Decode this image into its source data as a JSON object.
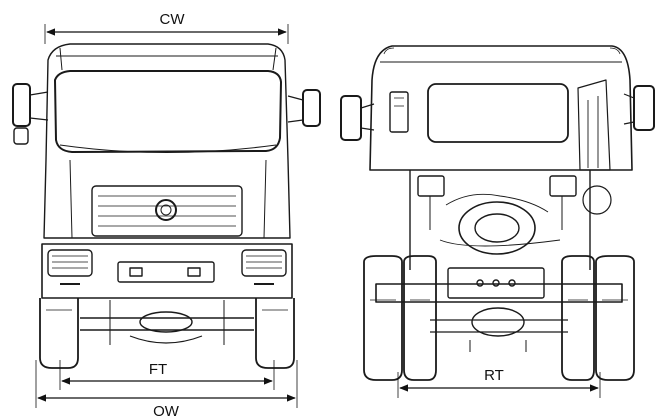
{
  "dimensions": {
    "cab_width": "CW",
    "front_track": "FT",
    "overall_width": "OW",
    "rear_track": "RT"
  }
}
